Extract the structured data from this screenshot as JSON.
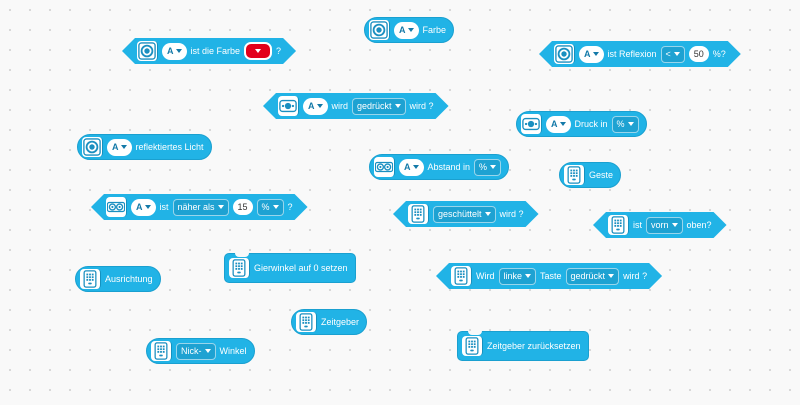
{
  "blocks": {
    "farbe": {
      "port": "A",
      "text": "Farbe"
    },
    "ist_die_farbe": {
      "port": "A",
      "text": "ist die Farbe",
      "color": "#e3001b",
      "q": "?"
    },
    "ist_reflexion": {
      "port": "A",
      "text": "ist Reflexion",
      "op": "<",
      "value": "50",
      "unit": "%?"
    },
    "wird_gedrueckt": {
      "port": "A",
      "t1": "wird",
      "state": "gedrückt",
      "t2": "wird ?"
    },
    "druck_in": {
      "port": "A",
      "text": "Druck in",
      "unit": "%"
    },
    "reflektiertes": {
      "port": "A",
      "text": "reflektiertes Licht"
    },
    "abstand_in": {
      "port": "A",
      "text": "Abstand in",
      "unit": "%"
    },
    "geste": {
      "text": "Geste"
    },
    "naeher": {
      "port": "A",
      "t1": "ist",
      "cmp": "näher als",
      "value": "15",
      "unit": "%",
      "q": "?"
    },
    "geschuettelt": {
      "gesture": "geschüttelt",
      "t2": "wird ?"
    },
    "ist_vorn_oben": {
      "t1": "ist",
      "face": "vorn",
      "t2": "oben?"
    },
    "ausrichtung": {
      "text": "Ausrichtung"
    },
    "gierwinkel": {
      "text": "Gierwinkel auf 0 setzen"
    },
    "taste": {
      "t1": "Wird",
      "btn": "linke",
      "t2": "Taste",
      "state": "gedrückt",
      "t3": "wird ?"
    },
    "zeitgeber": {
      "text": "Zeitgeber"
    },
    "zeitgeber_reset": {
      "text": "Zeitgeber zurücksetzen"
    },
    "nick_winkel": {
      "axis": "Nick-",
      "text": "Winkel"
    }
  },
  "colors": {
    "block": "#21b3e6",
    "port_text": "#1379a8",
    "canvas": "#f9f9f9"
  },
  "icons": {
    "color_sensor": "color-sensor-icon",
    "force_sensor": "force-sensor-icon",
    "distance_sensor": "distance-sensor-icon",
    "hub": "hub-icon"
  }
}
